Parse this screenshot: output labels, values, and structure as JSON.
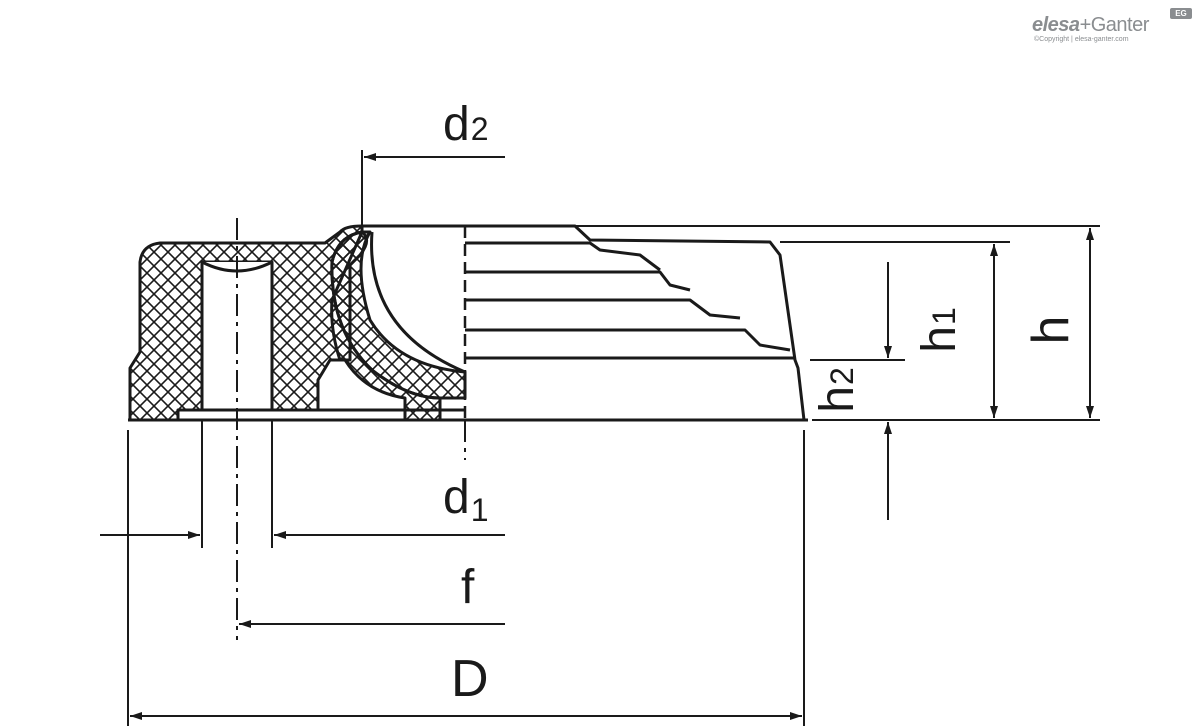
{
  "brand": {
    "name_part1": "elesa",
    "plus": "+",
    "name_part2": "Ganter",
    "badge": "EG",
    "copyright": "©Copyright | elesa-ganter.com"
  },
  "dimensions": {
    "d2": {
      "main": "d",
      "sub": "2"
    },
    "d1": {
      "main": "d",
      "sub": "1"
    },
    "f": "f",
    "D": "D",
    "h": "h",
    "h1": {
      "main": "h",
      "sub": "1"
    },
    "h2": {
      "main": "h",
      "sub": "2"
    }
  },
  "colors": {
    "line": "#1a1a1a",
    "logo": "#8a8d90"
  }
}
